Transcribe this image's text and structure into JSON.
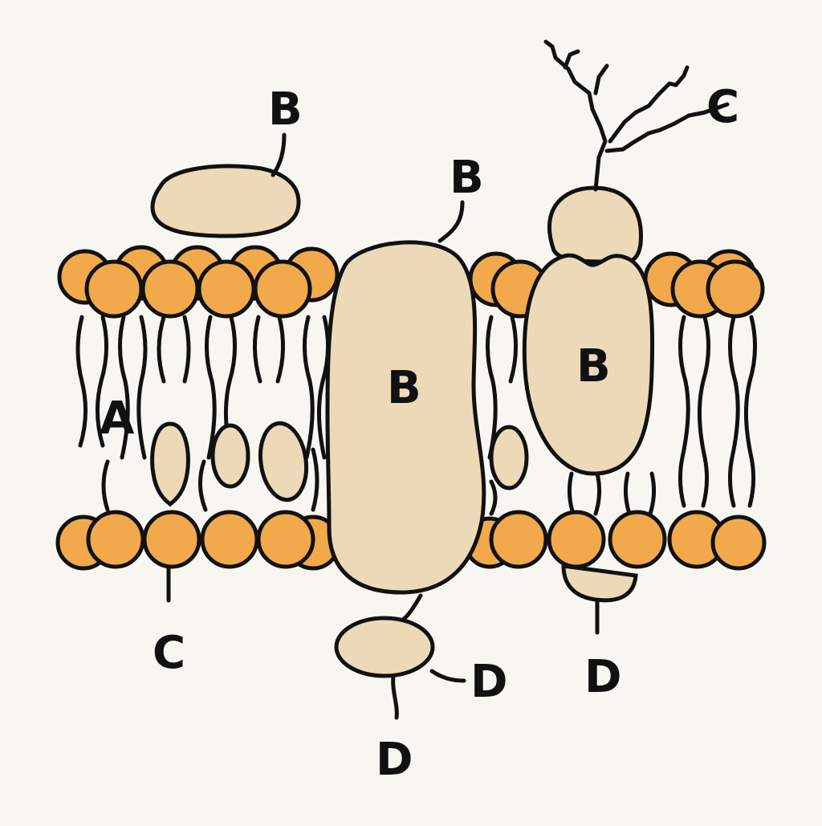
{
  "diagram": {
    "colors": {
      "background": "#f8f6f0",
      "phospholipid_head": "#f2a94c",
      "protein_fill": "#ecd9b8",
      "outline": "#111111"
    },
    "labels": {
      "a": "A",
      "b_top_peripheral": "B",
      "b_channel_top": "B",
      "b_channel": "B",
      "b_glycoprotein": "B",
      "c_carbohydrate": "C",
      "c_lower": "C",
      "d_bottom_center": "D",
      "d_bottom_left": "D",
      "d_bottom_right": "D"
    }
  }
}
